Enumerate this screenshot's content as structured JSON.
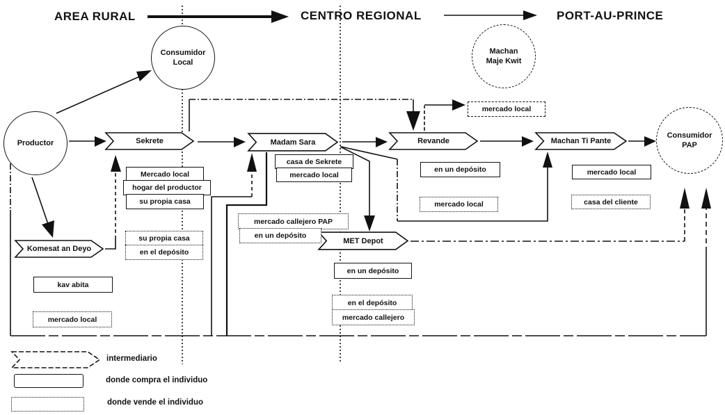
{
  "headers": {
    "rural": "AREA RURAL",
    "regional": "CENTRO REGIONAL",
    "pap": "PORT-AU-PRINCE"
  },
  "nodes": {
    "productor": {
      "label": "Productor"
    },
    "consumidor_local": {
      "line1": "Consumidor",
      "line2": "Local"
    },
    "machan_maje_kwit": {
      "line1": "Machan",
      "line2": "Maje Kwit"
    },
    "consumidor_pap": {
      "line1": "Consumidor",
      "line2": "PAP"
    }
  },
  "intermediaries": {
    "sekrete": "Sekrete",
    "madam_sara": "Madam Sara",
    "revande": "Revande",
    "machan_ti_pante": "Machan Ti Pante",
    "komesat_an_deyo": "Komesat an Deyo",
    "met_depot": "MET Depot"
  },
  "buy_boxes": {
    "sekrete": [
      "Mercado local",
      "hogar del productor",
      "su propia casa"
    ],
    "madam_sara": [
      "casa de Sekrete",
      "mercado local"
    ],
    "komesat": [
      "kav abita"
    ],
    "revande": [
      "en un depósito"
    ],
    "machan_ti_pante": [
      "mercado local"
    ],
    "met_depot": [
      "en un depósito"
    ]
  },
  "sell_boxes": {
    "sekrete": [
      "su propia casa",
      "en el depósito"
    ],
    "madam_sara": [
      "mercado callejero PAP",
      "en un depósito"
    ],
    "komesat": [
      "mercado local"
    ],
    "revande_top": [
      "mercado local"
    ],
    "revande": [
      "mercado local"
    ],
    "machan_ti_pante": [
      "casa del cliente"
    ],
    "met_depot": [
      "en el depósito",
      "mercado callejero"
    ]
  },
  "legend": [
    {
      "shape": "intermediary-arrow",
      "label": "intermediario"
    },
    {
      "shape": "solid-box",
      "label": "donde compra el individuo"
    },
    {
      "shape": "dotted-box",
      "label": "donde vende el individuo"
    }
  ],
  "colors": {
    "ink": "#111111",
    "background": "#ffffff"
  }
}
